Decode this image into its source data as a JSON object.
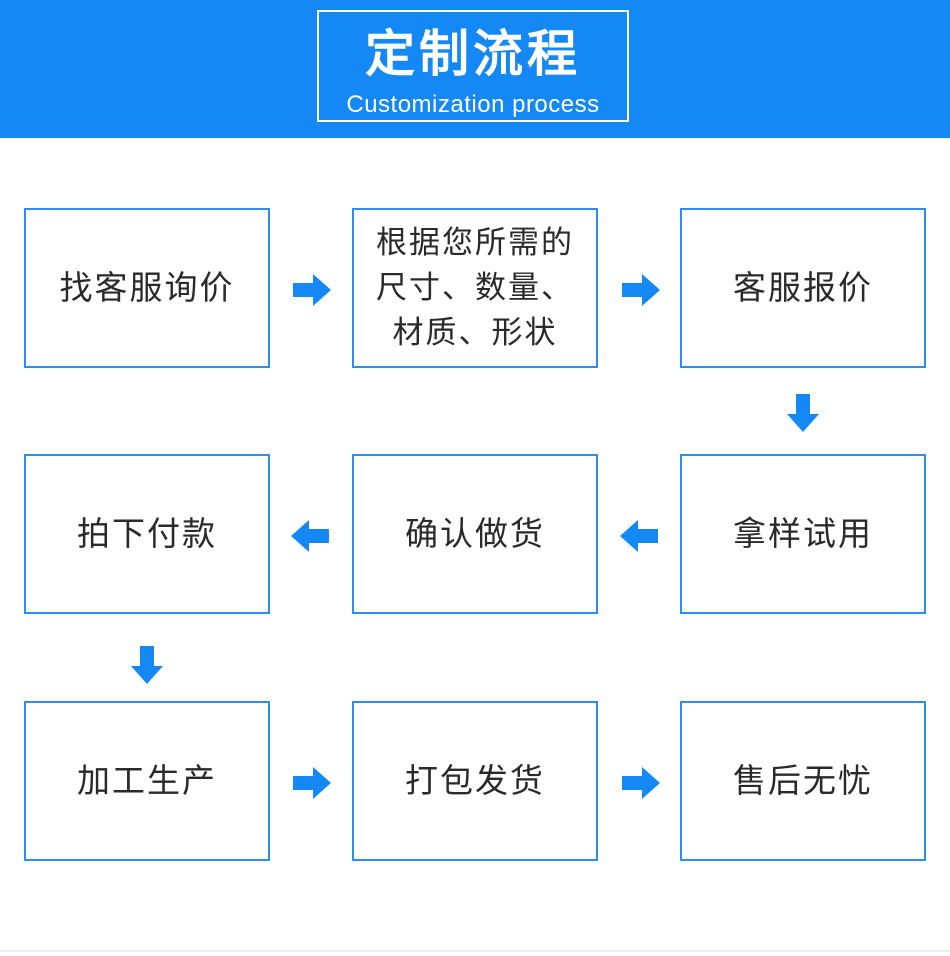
{
  "header": {
    "title": "定制流程",
    "subtitle": "Customization process"
  },
  "steps": [
    {
      "label": "找客服询价"
    },
    {
      "label": "根据您所需的\n尺寸、数量、\n材质、形状"
    },
    {
      "label": "客服报价"
    },
    {
      "label": "拿样试用"
    },
    {
      "label": "确认做货"
    },
    {
      "label": "拍下付款"
    },
    {
      "label": "加工生产"
    },
    {
      "label": "打包发货"
    },
    {
      "label": "售后无忧"
    }
  ],
  "colors": {
    "banner": "#1488f5",
    "box_border": "#2d8ef0",
    "arrow": "#1488f5",
    "text": "#2a2a2a"
  }
}
